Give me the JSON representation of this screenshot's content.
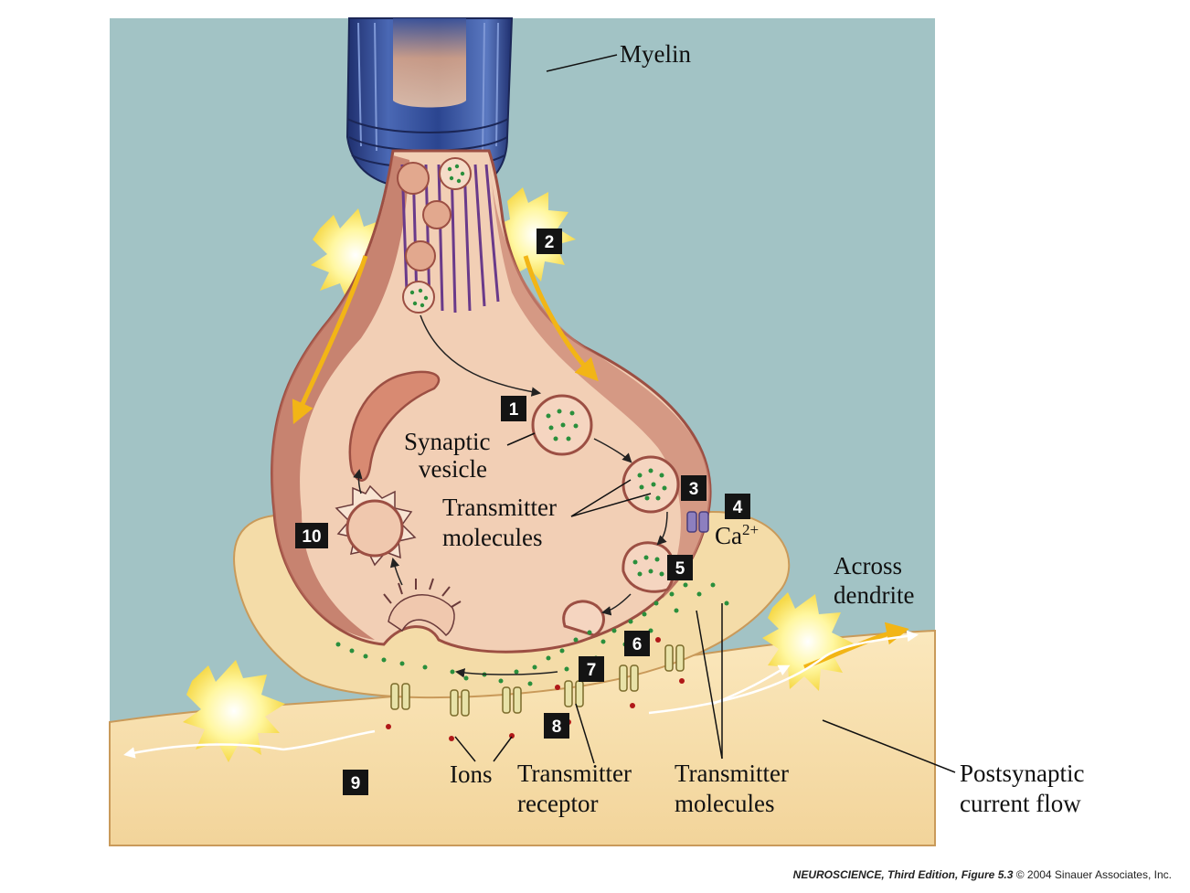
{
  "labels": {
    "myelin": "Myelin",
    "synaptic_vesicle": [
      "Synaptic",
      "vesicle"
    ],
    "transmitter_molecules_upper": [
      "Transmitter",
      "molecules"
    ],
    "calcium": "Ca",
    "calcium_charge": "2+",
    "across_dendrite": [
      "Across",
      "dendrite"
    ],
    "ions": "Ions",
    "transmitter_receptor": [
      "Transmitter",
      "receptor"
    ],
    "transmitter_molecules_lower": [
      "Transmitter",
      "molecules"
    ],
    "postsynaptic_current_flow": [
      "Postsynaptic",
      "current flow"
    ]
  },
  "steps": [
    "1",
    "2",
    "3",
    "4",
    "5",
    "6",
    "7",
    "8",
    "9",
    "10"
  ],
  "credit": {
    "book": "NEUROSCIENCE, Third Edition,",
    "figure": "Figure 5.3",
    "copyright": "© 2004 Sinauer Associates, Inc."
  },
  "colors": {
    "background": "#a2c3c5",
    "terminal": "#f2cfb5",
    "membrane": "#b86a5a",
    "dendrite": "#f4d9a2",
    "myelin": "#2f4a8f",
    "transmitter": "#2a8f3c",
    "ion": "#b01818",
    "flash": "#fff36a"
  }
}
